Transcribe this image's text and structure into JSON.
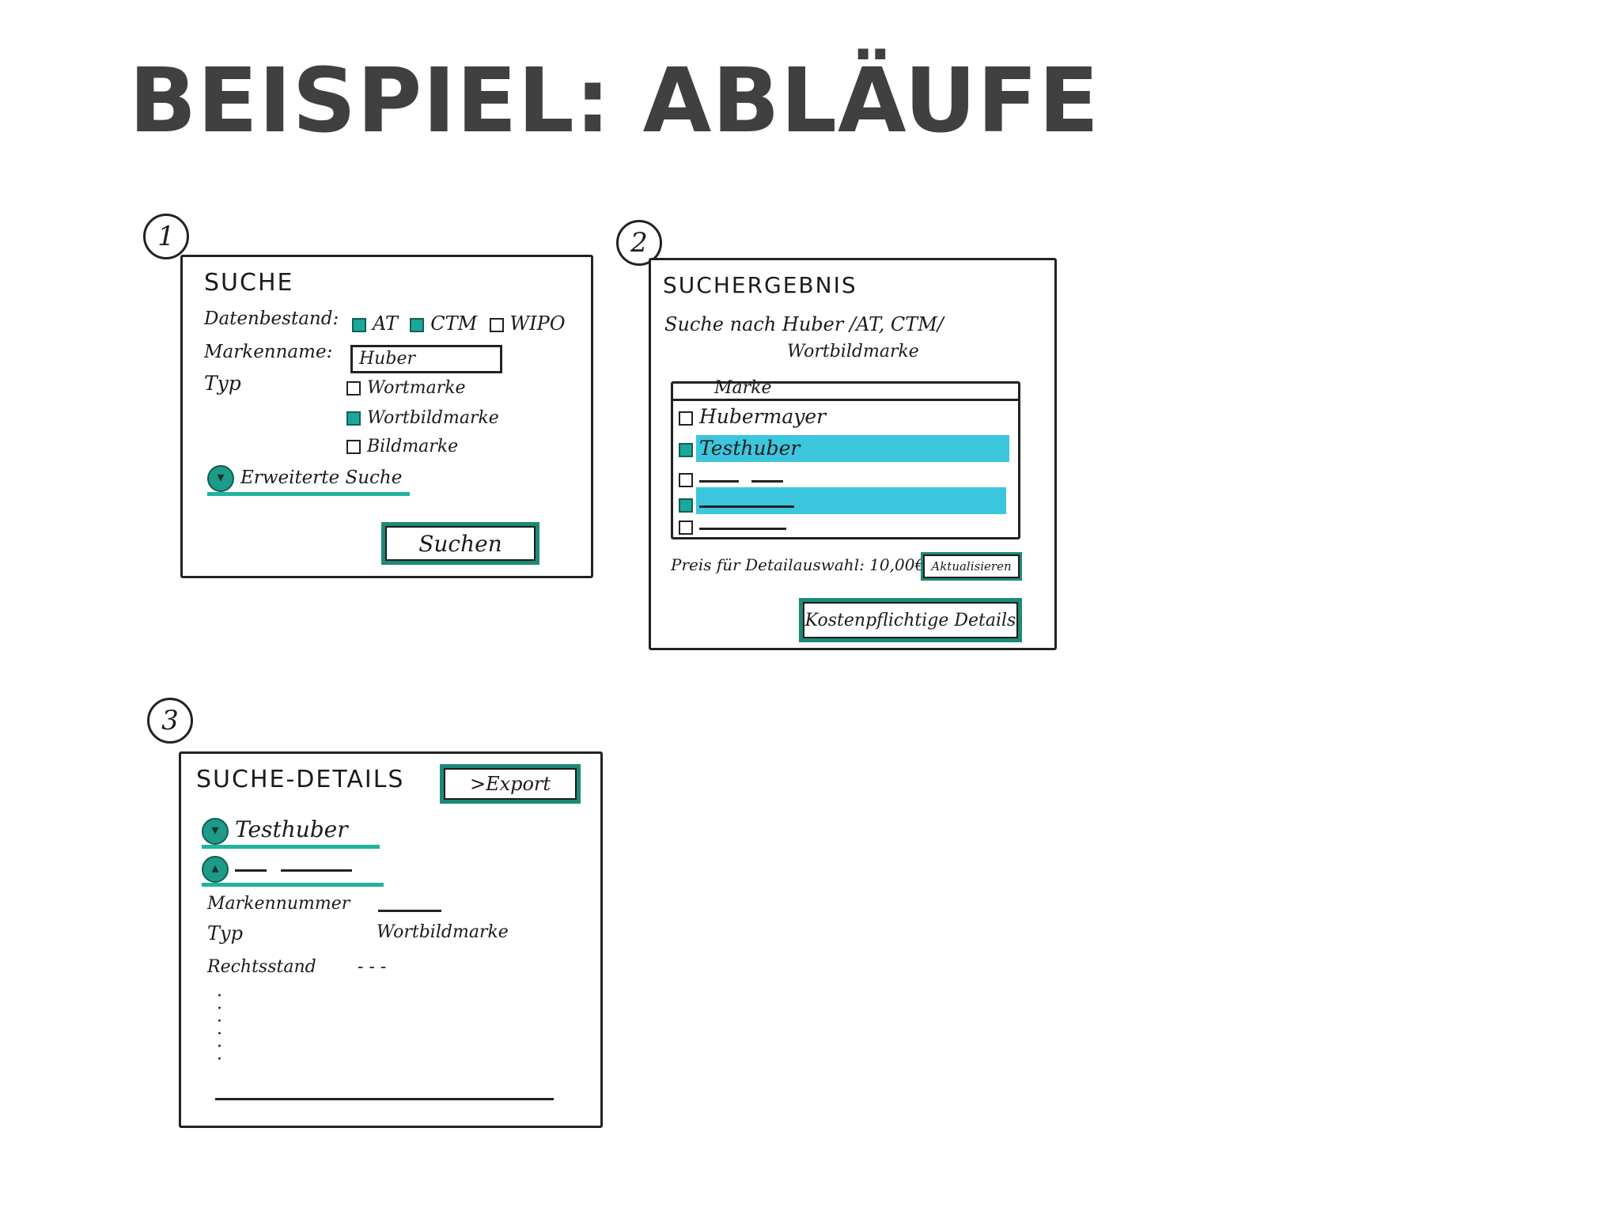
{
  "title": "BEISPIEL: ABLÄUFE",
  "sketch1": {
    "number": "1",
    "heading": "SUCHE",
    "datenbestand_label": "Datenbestand:",
    "options": [
      {
        "label": "AT",
        "checked": true
      },
      {
        "label": "CTM",
        "checked": true
      },
      {
        "label": "WIPO",
        "checked": false
      }
    ],
    "markenname_label": "Markenname:",
    "markenname_value": "Huber",
    "typ_label": "Typ",
    "typ_options": [
      {
        "label": "Wortmarke",
        "checked": false
      },
      {
        "label": "Wortbildmarke",
        "checked": true
      },
      {
        "label": "Bildmarke",
        "checked": false
      }
    ],
    "erweiterte_suche": "Erweiterte Suche",
    "suchen_button": "Suchen"
  },
  "sketch2": {
    "number": "2",
    "heading": "SUCHERGEBNIS",
    "query_line1": "Suche nach Huber /AT, CTM/",
    "query_line2": "Wortbildmarke",
    "table_header": "Marke",
    "rows": [
      {
        "label": "Hubermayer",
        "highlighted": false,
        "checked": false
      },
      {
        "label": "Testhuber",
        "highlighted": true,
        "checked": true
      },
      {
        "label": "",
        "highlighted": false,
        "checked": false
      },
      {
        "label": "",
        "highlighted": true,
        "checked": true
      },
      {
        "label": "",
        "highlighted": false,
        "checked": false
      }
    ],
    "price_label": "Preis für Detailauswahl: 10,00€",
    "aktualisieren_button": "Aktualisieren",
    "details_button": "Kostenpflichtige Details"
  },
  "sketch3": {
    "number": "3",
    "heading": "SUCHE-DETAILS",
    "export_button": ">Export",
    "item1": "Testhuber",
    "fields": [
      {
        "label": "Markennummer",
        "value": ""
      },
      {
        "label": "Typ",
        "value": "Wortbildmarke"
      },
      {
        "label": "Rechtsstand",
        "value": "- - -"
      }
    ]
  },
  "colors": {
    "accent": "#20b39e",
    "highlight": "#3cc6de",
    "title": "#404040"
  }
}
